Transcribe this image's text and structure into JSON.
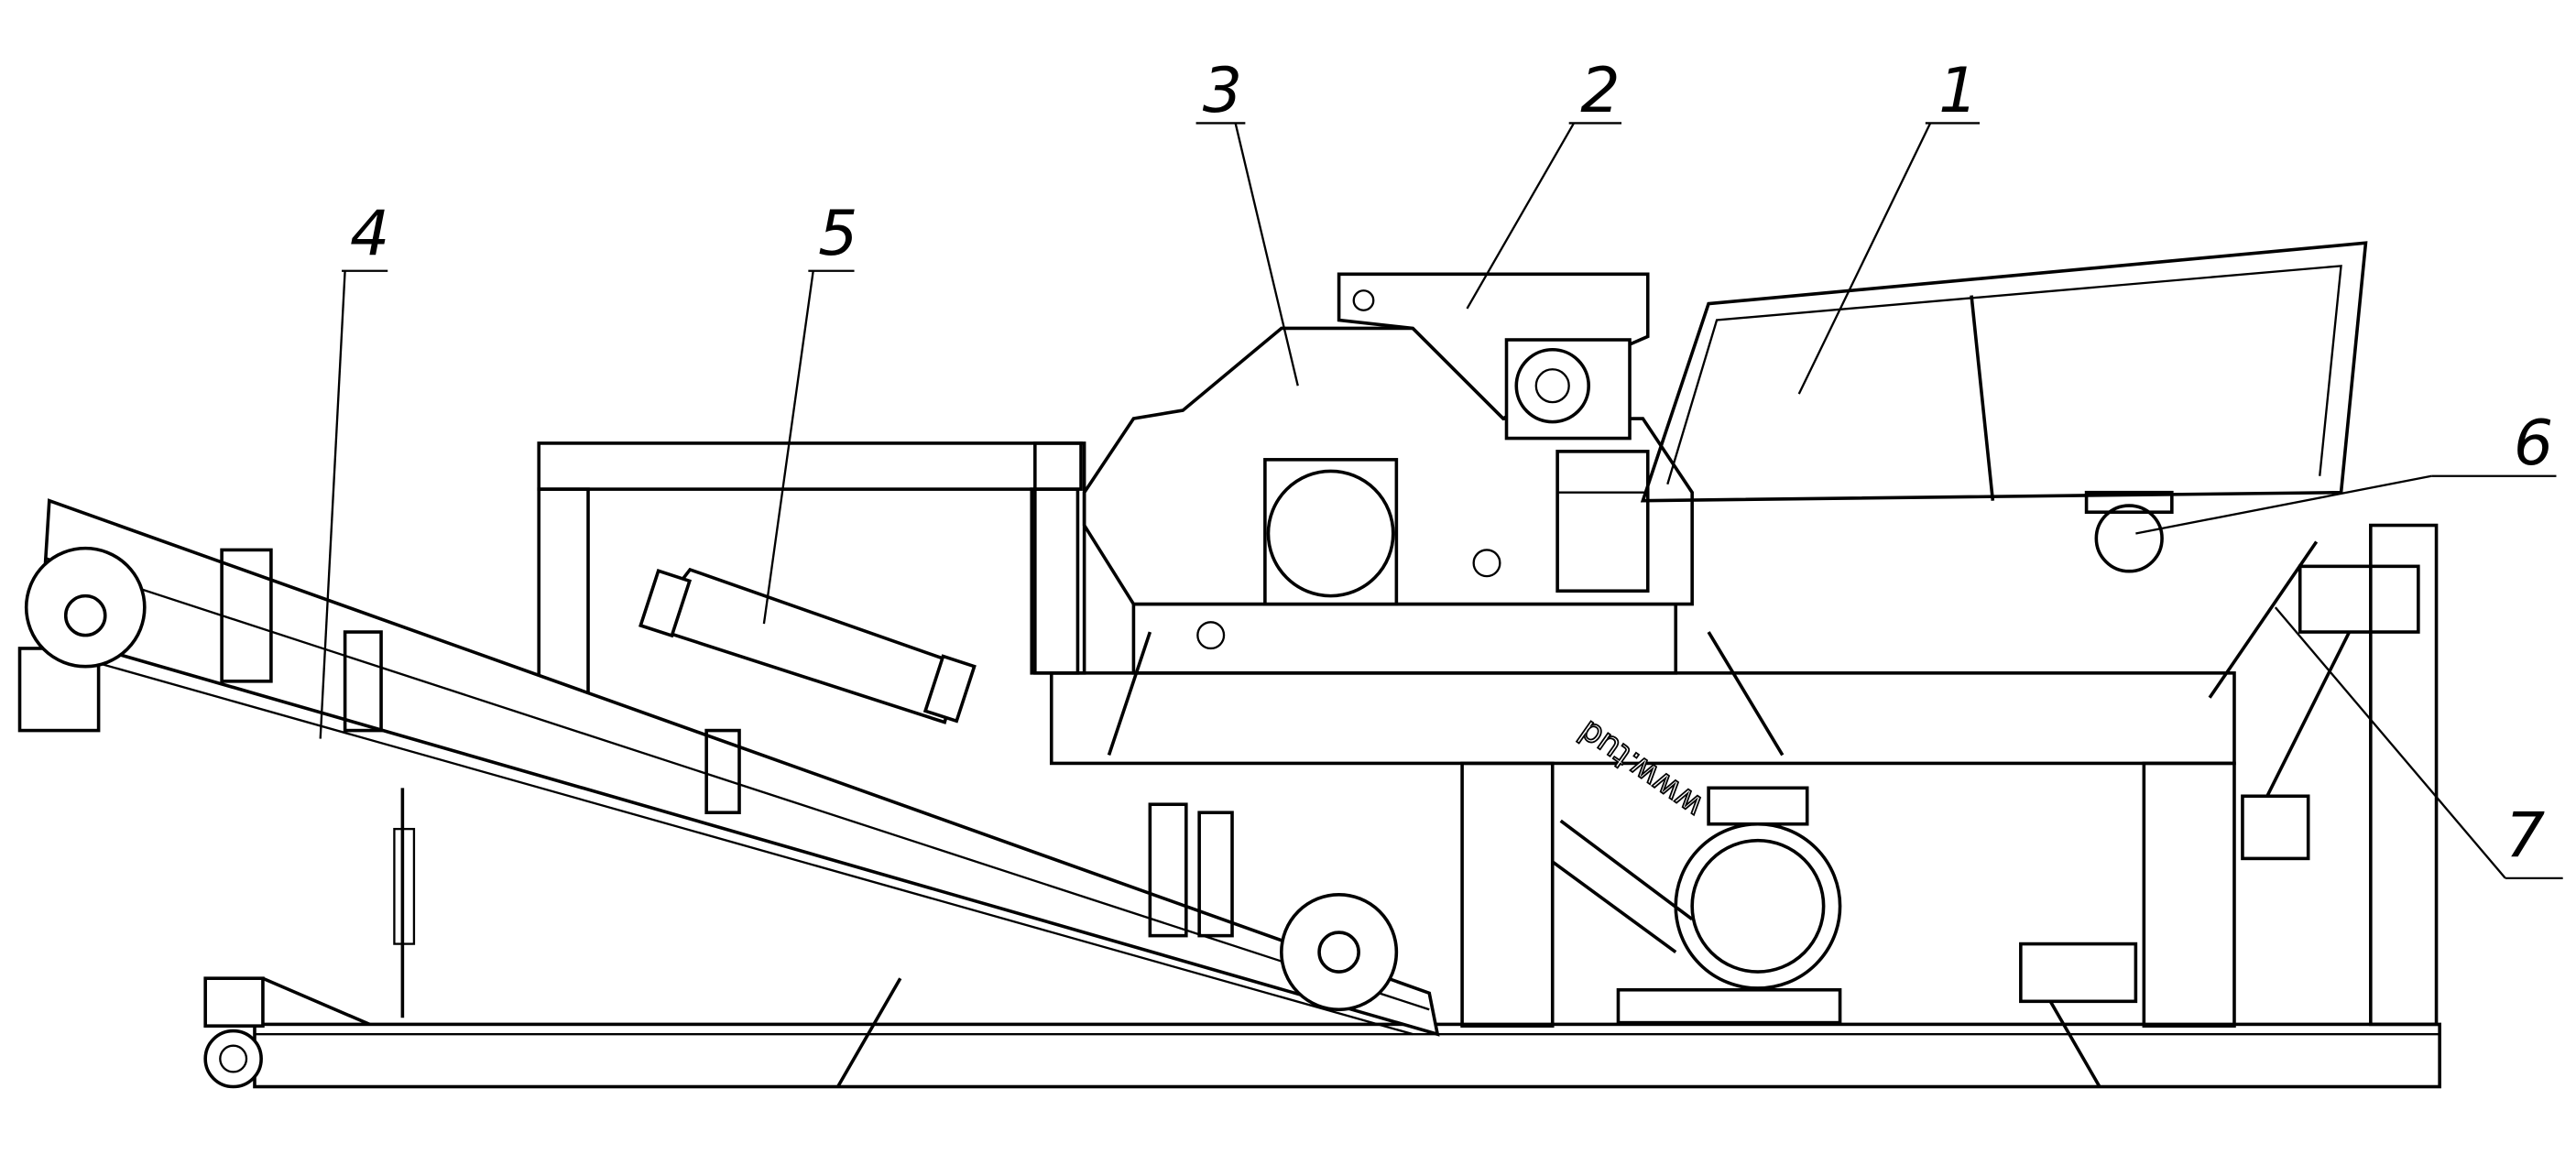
{
  "drawing": {
    "callouts": [
      {
        "id": "1",
        "text": "1"
      },
      {
        "id": "2",
        "text": "2"
      },
      {
        "id": "3",
        "text": "3"
      },
      {
        "id": "4",
        "text": "4"
      },
      {
        "id": "5",
        "text": "5"
      },
      {
        "id": "6",
        "text": "6"
      },
      {
        "id": "7",
        "text": "7"
      }
    ],
    "frame_lettering": "www.tud"
  }
}
